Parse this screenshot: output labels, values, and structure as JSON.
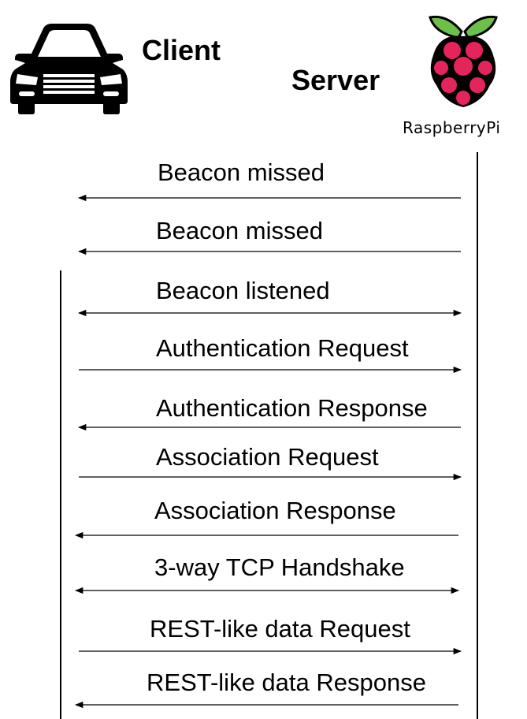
{
  "participants": {
    "client_label": "Client",
    "server_label": "Server",
    "server_logo_text": "RaspberryPi"
  },
  "messages": [
    {
      "label": "Beacon missed",
      "direction": "to-client"
    },
    {
      "label": "Beacon missed",
      "direction": "to-client"
    },
    {
      "label": "Beacon listened",
      "direction": "both"
    },
    {
      "label": "Authentication Request",
      "direction": "to-server"
    },
    {
      "label": "Authentication Response",
      "direction": "to-client"
    },
    {
      "label": "Association Request",
      "direction": "to-server"
    },
    {
      "label": "Association Response",
      "direction": "to-client"
    },
    {
      "label": "3-way TCP Handshake",
      "direction": "both"
    },
    {
      "label": "REST-like data Request",
      "direction": "to-server"
    },
    {
      "label": "REST-like data Response",
      "direction": "to-client"
    }
  ],
  "icons": {
    "client": "car-icon",
    "server": "raspberry-pi-logo-icon"
  },
  "colors": {
    "raspberry": "#e5245e",
    "leaf": "#6cc04a"
  }
}
